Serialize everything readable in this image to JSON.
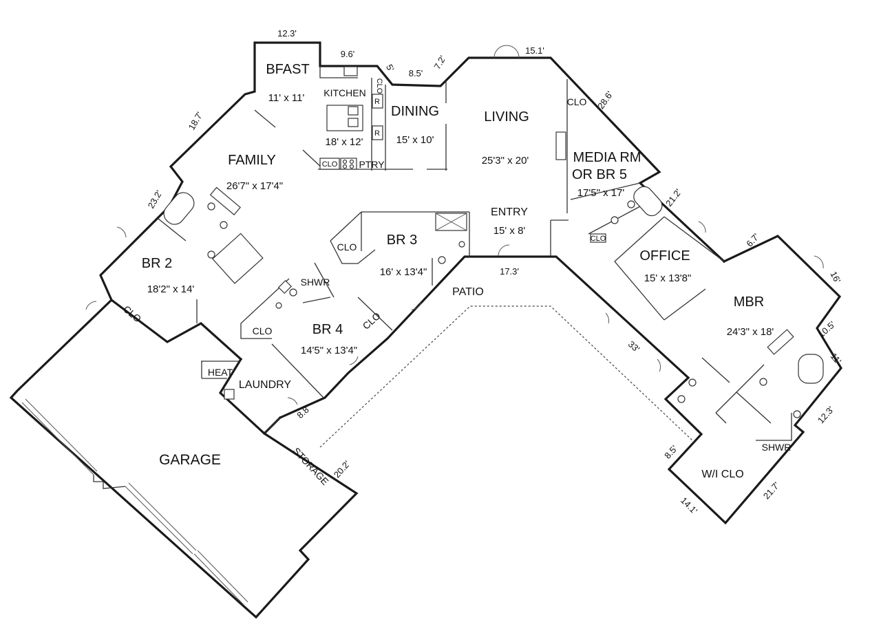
{
  "rooms": {
    "bfast": {
      "name": "BFAST",
      "size": "11' x 11'"
    },
    "kitchen": {
      "name": "KITCHEN",
      "size": "18' x 12'"
    },
    "dining": {
      "name": "DINING",
      "size": "15' x 10'"
    },
    "living": {
      "name": "LIVING",
      "size": "25'3\" x 20'"
    },
    "media": {
      "name_line1": "MEDIA RM",
      "name_line2": "OR BR 5",
      "size": "17'5\" x 17'"
    },
    "family": {
      "name": "FAMILY",
      "size": "26'7\" x 17'4\""
    },
    "entry": {
      "name": "ENTRY",
      "size": "15' x 8'"
    },
    "br2": {
      "name": "BR 2",
      "size": "18'2\" x 14'"
    },
    "br3": {
      "name": "BR 3",
      "size": "16' x 13'4\""
    },
    "br4": {
      "name": "BR 4",
      "size": "14'5\" x 13'4\""
    },
    "office": {
      "name": "OFFICE",
      "size": "15' x 13'8\""
    },
    "mbr": {
      "name": "MBR",
      "size": "24'3\" x 18'"
    },
    "patio": {
      "name": "PATIO"
    },
    "garage": {
      "name": "GARAGE"
    },
    "laundry": {
      "name": "LAUNDRY"
    },
    "wiclo": {
      "name": "W/I CLO"
    },
    "storage": {
      "name": "STORAGE"
    }
  },
  "labels": {
    "clo": "CLO",
    "shwr": "SHWR",
    "ptry": "PTRY",
    "heat": "HEAT",
    "fridge": "R"
  },
  "dimensions": {
    "d12_3_top": "12.3'",
    "d9_6": "9.6'",
    "d5": "5'",
    "d8_5_top": "8.5'",
    "d7_2": "7.2'",
    "d15_1": "15.1'",
    "d28_6": "28.6'",
    "d18_7": "18.7'",
    "d23_2": "23.2'",
    "d21_2": "21.2'",
    "d6_7": "6.7'",
    "d16": "16'",
    "d10_5": "10.5'",
    "d11": "11'",
    "d12_3_right": "12.3'",
    "d21_7": "21.7'",
    "d14_1": "14.1'",
    "d8_5_low": "8.5'",
    "d33": "33'",
    "d17_3": "17.3'",
    "d8_8": "8.8'",
    "d20_2": "20.2'"
  }
}
